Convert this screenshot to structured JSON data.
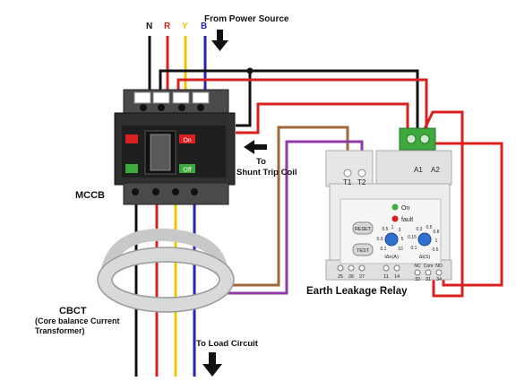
{
  "phase_labels": {
    "n": "N",
    "r": "R",
    "y": "Y",
    "b": "B"
  },
  "labels": {
    "from_power_source": "From Power Source",
    "shunt_trip_to": "To",
    "shunt_trip_coil": "Shunt Trip Coil",
    "mccb": "MCCB",
    "cbct_title": "CBCT",
    "cbct_line1": "(Core balance Current",
    "cbct_line2": "Transformer)",
    "to_load_circuit": "To Load Circuit",
    "earth_leakage_relay": "Earth Leakage Relay"
  },
  "mccb": {
    "on": "On",
    "off": "Off"
  },
  "relay": {
    "t1": "T1",
    "t2": "T2",
    "a1": "A1",
    "a2": "A2",
    "led_on": "On",
    "led_fault": "fault",
    "reset": "RESET",
    "test": "TEST",
    "knob1_unit": "IΔn(A)",
    "knob2_unit": "Δt(S)",
    "knob1_scale": [
      "0.5",
      "1",
      "3",
      "0.3",
      "5",
      "0.1",
      "10"
    ],
    "knob2_scale": [
      "0.3",
      "0.5",
      "0.15",
      "0.8",
      "0.1",
      "1",
      "0.5"
    ],
    "terminals_left": [
      "25",
      "26",
      "27"
    ],
    "terminals_mid": [
      "11",
      "14"
    ],
    "terminals_right_top": [
      "NC",
      "Com",
      "NO"
    ],
    "terminals_right": [
      "32",
      "31",
      "34"
    ]
  },
  "colors": {
    "neutral": "#111111",
    "red": "#d92020",
    "yellow": "#f2c400",
    "blue": "#2424b8",
    "brown": "#a0673a",
    "purple": "#8e3aa6",
    "green": "#3daa3d"
  }
}
